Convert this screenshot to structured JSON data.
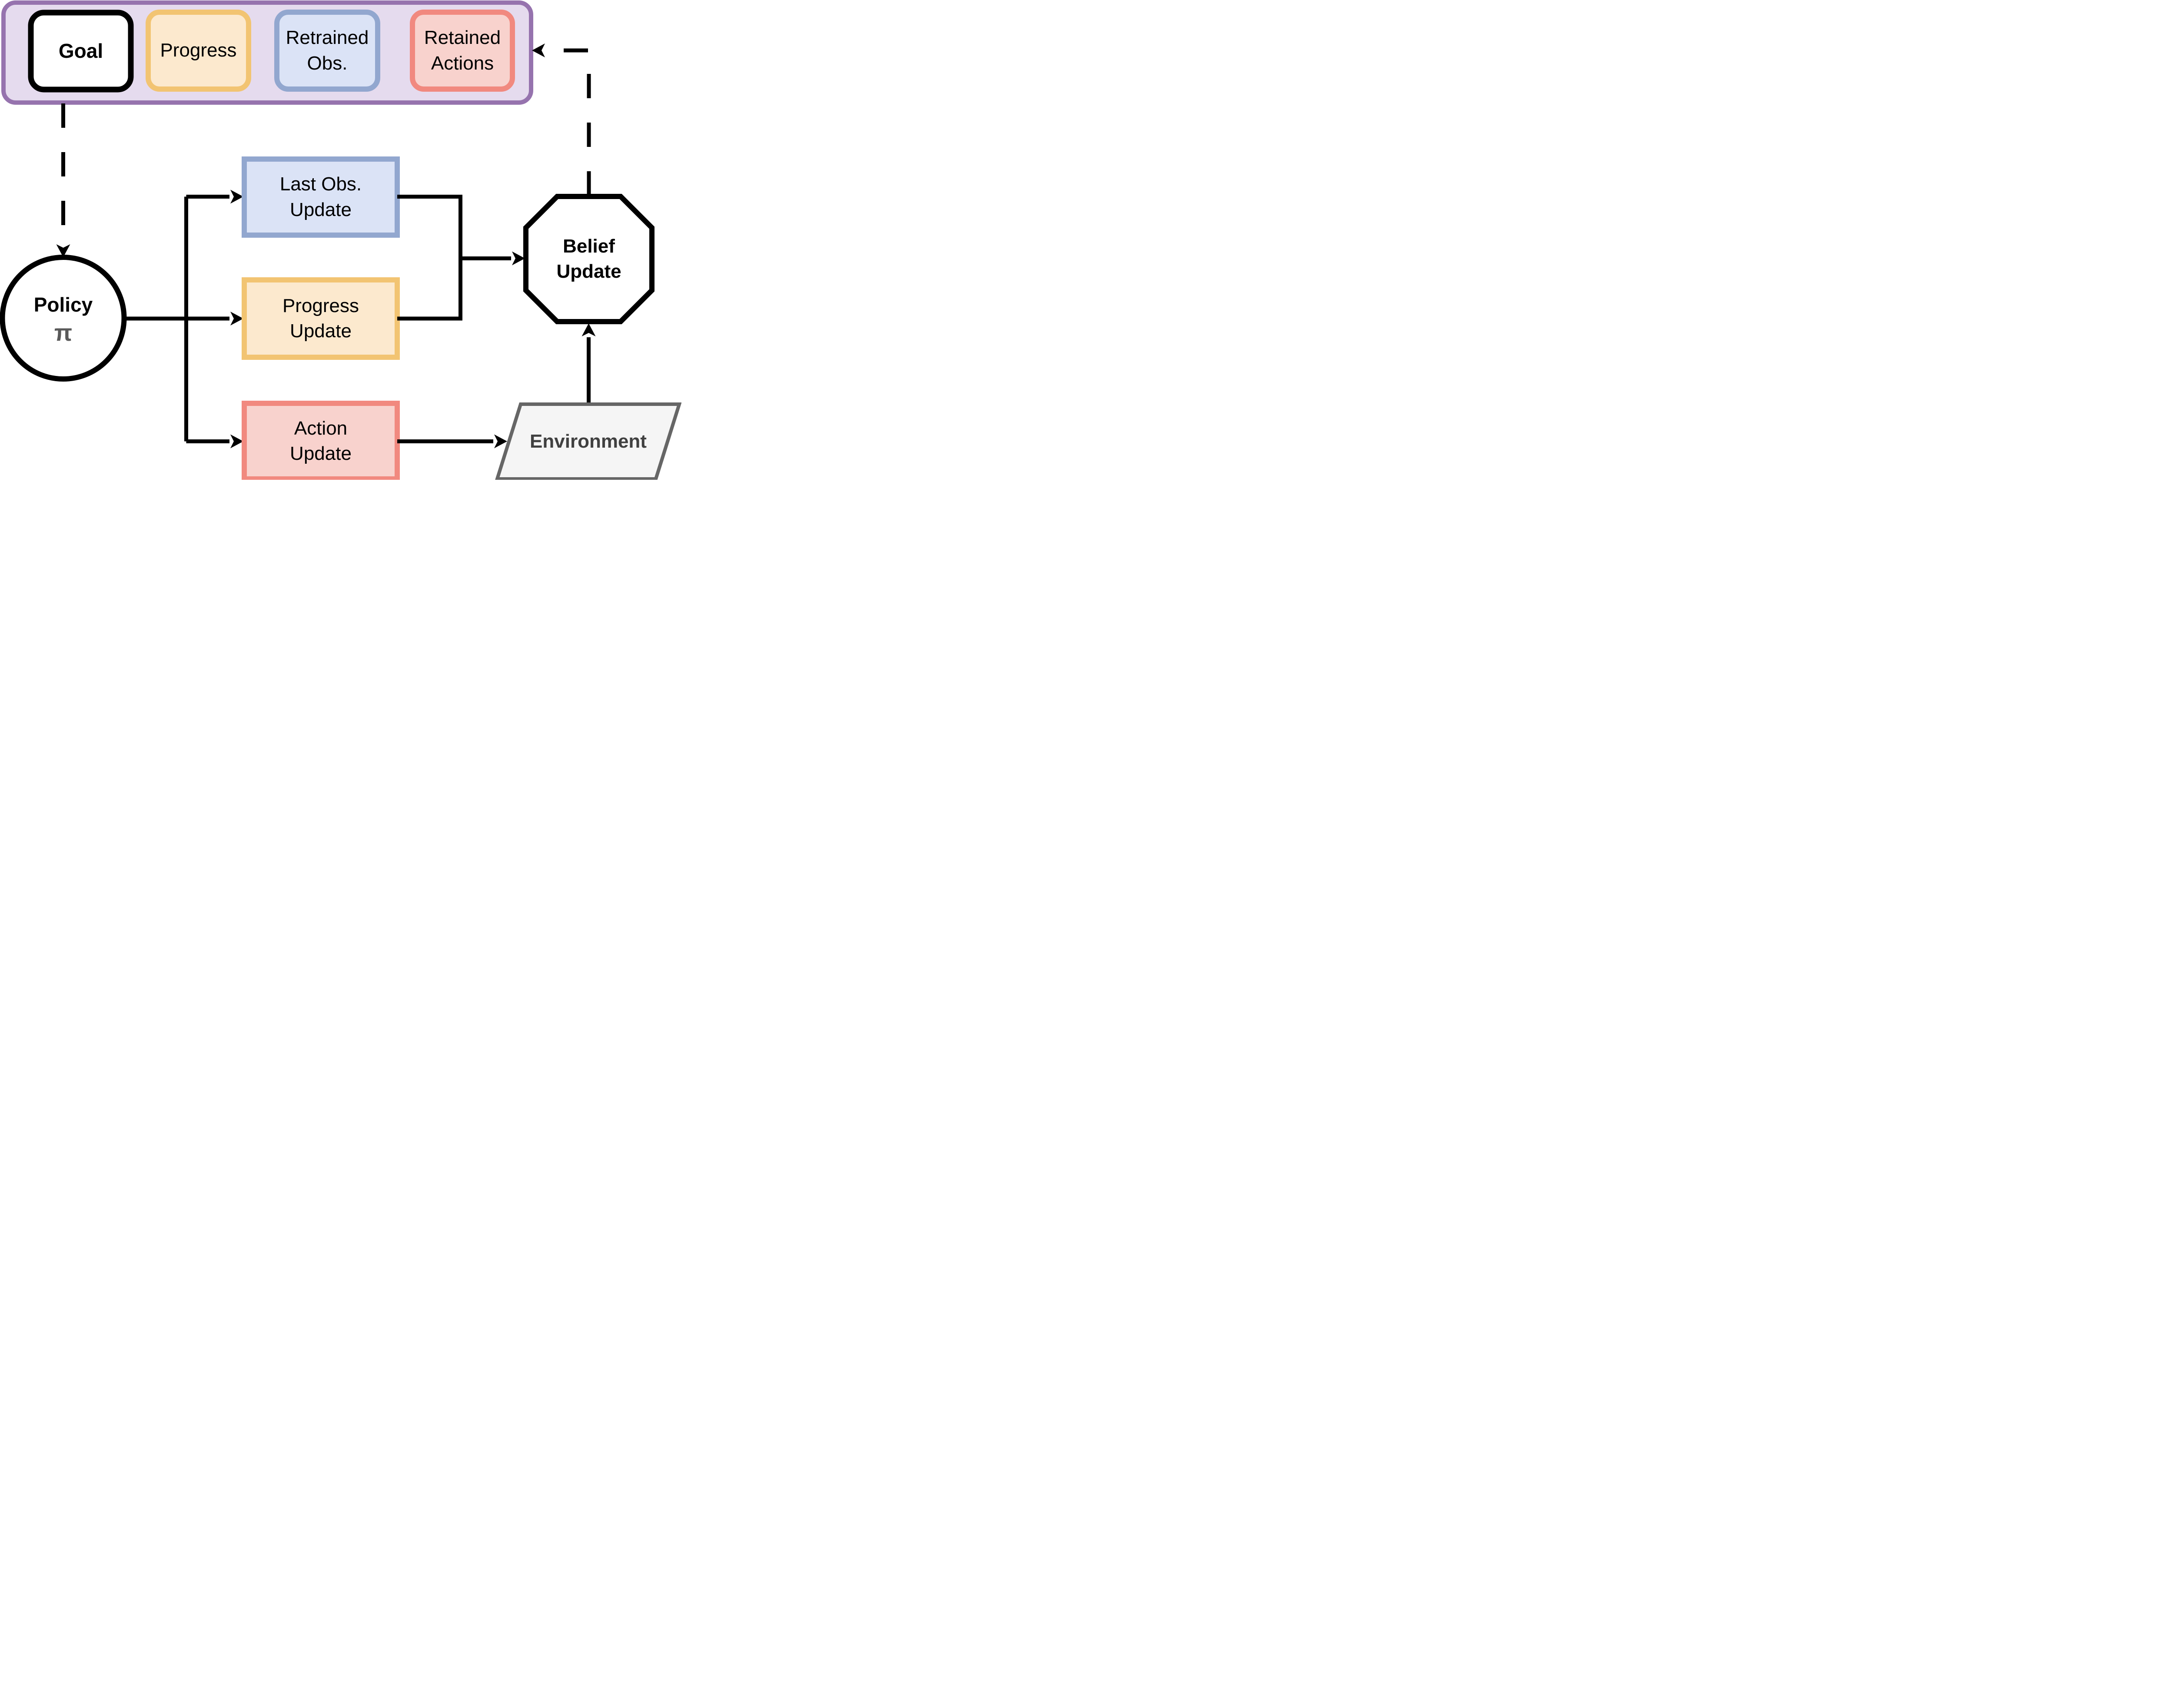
{
  "memory_bar": {
    "goal": {
      "label": "Goal"
    },
    "progress": {
      "label": "Progress"
    },
    "retrained_obs": {
      "line1": "Retrained",
      "line2": "Obs."
    },
    "retained_actions": {
      "line1": "Retained",
      "line2": "Actions"
    }
  },
  "nodes": {
    "policy": {
      "title": "Policy",
      "symbol": "π"
    },
    "last_obs_update": {
      "line1": "Last Obs.",
      "line2": "Update"
    },
    "progress_update": {
      "line1": "Progress",
      "line2": "Update"
    },
    "action_update": {
      "line1": "Action",
      "line2": "Update"
    },
    "belief_update": {
      "line1": "Belief",
      "line2": "Update"
    },
    "environment": {
      "label": "Environment"
    }
  },
  "colors": {
    "container_fill": "#E5DBEE",
    "container_border": "#9673AE",
    "goal_fill": "#FFFFFF",
    "goal_border": "#000000",
    "orange_fill": "#FCE9CE",
    "orange_border": "#F2C472",
    "blue_fill": "#DBE3F6",
    "blue_border": "#92A7CF",
    "red_fill": "#F8D2CD",
    "red_border": "#F1897F",
    "env_fill": "#F5F5F5",
    "env_border": "#666666",
    "env_text": "#404040",
    "pi_color": "#595959",
    "line_color": "#000000"
  }
}
